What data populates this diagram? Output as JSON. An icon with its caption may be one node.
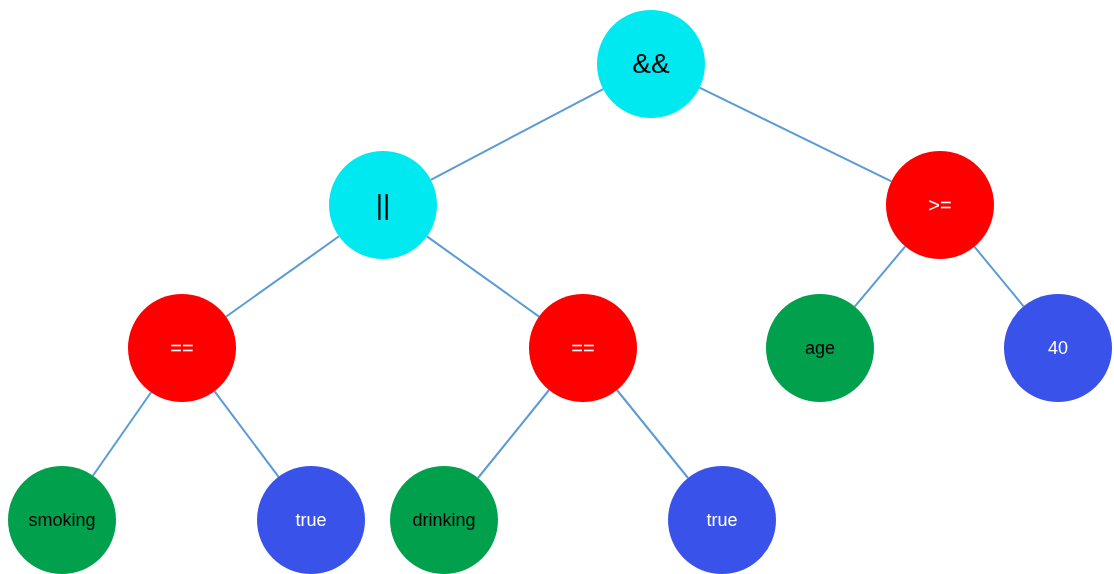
{
  "diagram": {
    "nodes": [
      {
        "text": [
          "&&"
        ]
      },
      {
        "text": [
          "||"
        ]
      },
      {
        "text": [
          ">="
        ]
      },
      {
        "text": [
          "=="
        ]
      },
      {
        "text": [
          "=="
        ]
      },
      {
        "text": [
          "age"
        ]
      },
      {
        "text": [
          "40"
        ]
      },
      {
        "text": [
          "smoking"
        ]
      },
      {
        "text": [
          "true"
        ]
      },
      {
        "text": [
          "drinking"
        ]
      },
      {
        "text": [
          "true"
        ]
      }
    ],
    "edges": [
      {
        "from": 0,
        "to": 1,
        "arrow": "none"
      },
      {
        "from": 0,
        "to": 2,
        "arrow": "none"
      },
      {
        "from": 1,
        "to": 3,
        "arrow": "none"
      },
      {
        "from": 1,
        "to": 4,
        "arrow": "none"
      },
      {
        "from": 2,
        "to": 5,
        "arrow": "none"
      },
      {
        "from": 2,
        "to": 6,
        "arrow": "none"
      },
      {
        "from": 3,
        "to": 7,
        "arrow": "none"
      },
      {
        "from": 3,
        "to": 8,
        "arrow": "none"
      },
      {
        "from": 4,
        "to": 9,
        "arrow": "none"
      },
      {
        "from": 4,
        "to": 10,
        "arrow": "none"
      }
    ]
  }
}
